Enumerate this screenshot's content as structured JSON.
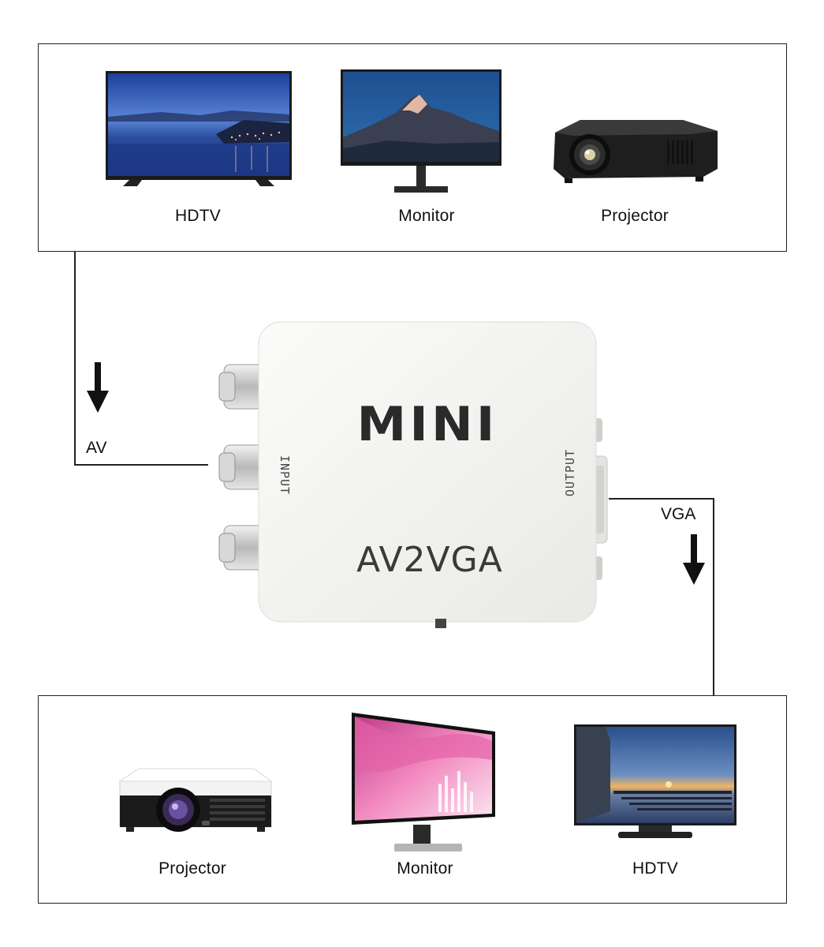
{
  "top_panel": {
    "devices": [
      {
        "label": "HDTV",
        "icon": "hdtv-icon"
      },
      {
        "label": "Monitor",
        "icon": "monitor-icon"
      },
      {
        "label": "Projector",
        "icon": "projector-icon"
      }
    ]
  },
  "converter": {
    "brand": "MINI",
    "model": "AV2VGA",
    "input_label": "INPUT",
    "output_label": "OUTPUT",
    "body_color": "#f4f4f2",
    "text_color": "#2a2a2a"
  },
  "connections": {
    "input_label": "AV",
    "output_label": "VGA"
  },
  "bottom_panel": {
    "devices": [
      {
        "label": "Projector",
        "icon": "projector-icon"
      },
      {
        "label": "Monitor",
        "icon": "monitor-icon"
      },
      {
        "label": "HDTV",
        "icon": "hdtv-icon"
      }
    ]
  }
}
